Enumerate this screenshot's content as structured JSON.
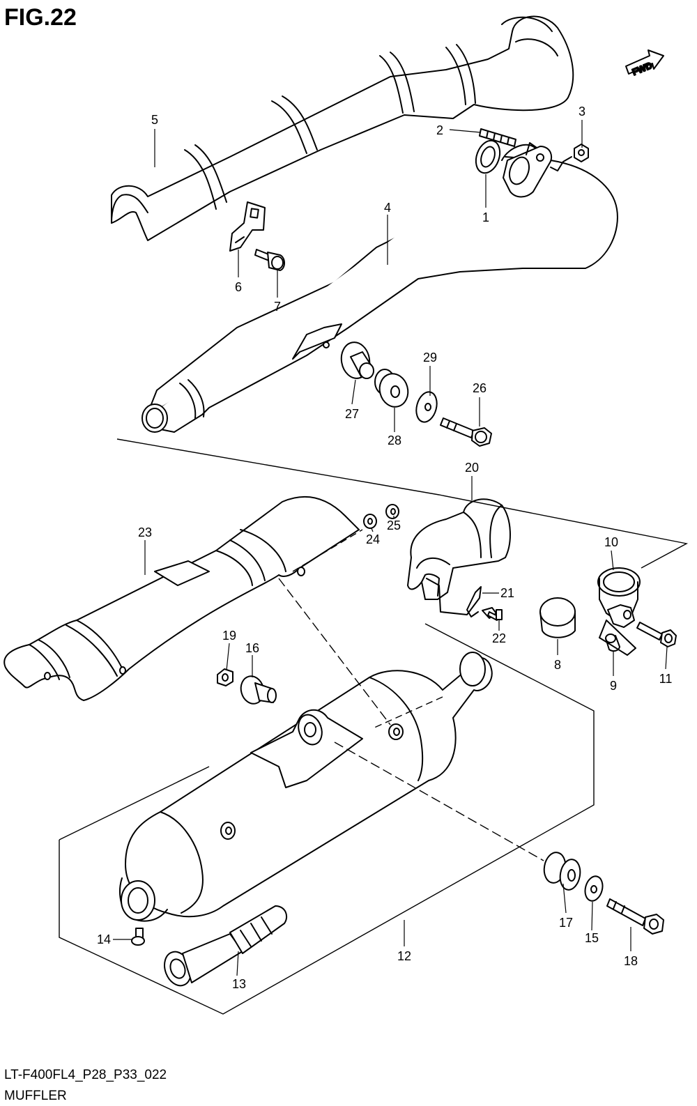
{
  "figure": {
    "title": "FIG.22",
    "code": "LT-F400FL4_P28_P33_022",
    "name": "MUFFLER",
    "fwd_label": "FWD",
    "fwd_icon": "forward-arrow-icon"
  },
  "parts": [
    {
      "num": "1"
    },
    {
      "num": "2"
    },
    {
      "num": "3"
    },
    {
      "num": "4"
    },
    {
      "num": "5"
    },
    {
      "num": "6"
    },
    {
      "num": "7"
    },
    {
      "num": "8"
    },
    {
      "num": "9"
    },
    {
      "num": "10"
    },
    {
      "num": "11"
    },
    {
      "num": "12"
    },
    {
      "num": "13"
    },
    {
      "num": "14"
    },
    {
      "num": "15"
    },
    {
      "num": "16"
    },
    {
      "num": "17"
    },
    {
      "num": "18"
    },
    {
      "num": "19"
    },
    {
      "num": "20"
    },
    {
      "num": "21"
    },
    {
      "num": "22"
    },
    {
      "num": "23"
    },
    {
      "num": "24"
    },
    {
      "num": "25"
    },
    {
      "num": "26"
    },
    {
      "num": "27"
    },
    {
      "num": "28"
    },
    {
      "num": "29"
    }
  ]
}
